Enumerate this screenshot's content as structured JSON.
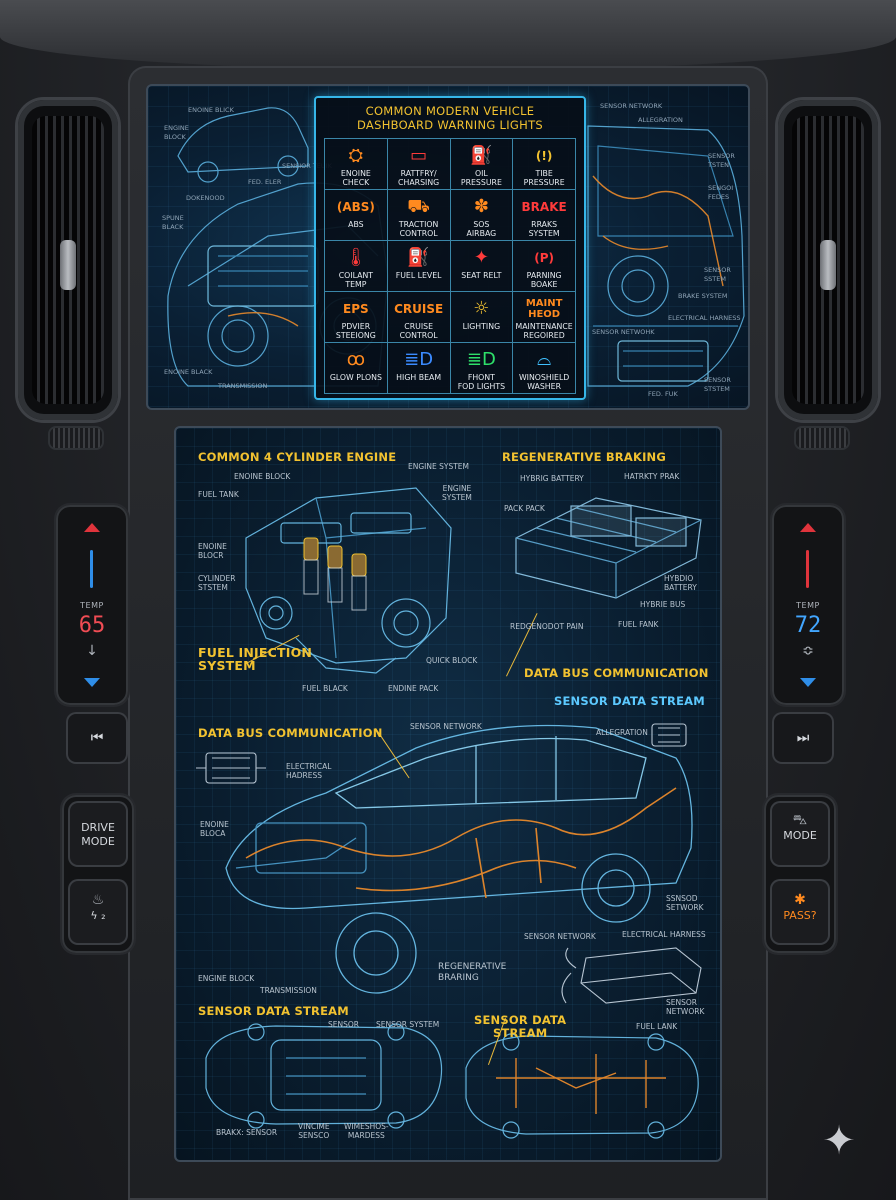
{
  "warning_panel": {
    "title_line1": "COMMON MODERN VEHICLE",
    "title_line2": "DASHBOARD WARNING LIGHTS",
    "cells": [
      {
        "label": "ENOINE\nCHECK",
        "icon": "engine-icon",
        "glyph": "⛭",
        "color": "#ff8a1f"
      },
      {
        "label": "RATTFRY/\nCHARSING",
        "icon": "battery-icon",
        "glyph": "▭",
        "color": "#ff3b3b"
      },
      {
        "label": "OIL\nPRESSURE",
        "icon": "oil-can-icon",
        "glyph": "⛽",
        "color": "#ff3b3b"
      },
      {
        "label": "TIBE\nPRESSURE",
        "icon": "tire-pressure-icon",
        "glyph": "(!)",
        "color": "#f2c230"
      },
      {
        "label": "ABS",
        "icon": "abs-icon",
        "glyph": "(ABS)",
        "color": "#ff8a1f"
      },
      {
        "label": "TRACTION\nCONTROL",
        "icon": "traction-icon",
        "glyph": "⛟",
        "color": "#ff8a1f"
      },
      {
        "label": "SOS\nAIRBAG",
        "icon": "airbag-icon",
        "glyph": "✽",
        "color": "#ff8a1f"
      },
      {
        "label": "RRAKS\nSYSTEM",
        "icon": "brake-text-icon",
        "glyph": "BRAKE",
        "color": "#ff3b3b"
      },
      {
        "label": "COILANT\nTEMP",
        "icon": "coolant-icon",
        "glyph": "🌡",
        "color": "#ff3b3b"
      },
      {
        "label": "FUEL LEVEL",
        "icon": "fuel-icon",
        "glyph": "⛽",
        "color": "#f2c230"
      },
      {
        "label": "SEAT RELT",
        "icon": "seatbelt-icon",
        "glyph": "✦",
        "color": "#ff3b3b"
      },
      {
        "label": "PARNING\nBOAKE",
        "icon": "parking-brake-icon",
        "glyph": "(P)",
        "color": "#ff3b3b"
      },
      {
        "label": "PDVIER\nSTEEIONG",
        "icon": "eps-icon",
        "glyph": "EPS",
        "color": "#ff8a1f"
      },
      {
        "label": "CRUISE\nCONTROL",
        "icon": "cruise-icon",
        "glyph": "CRUISE",
        "color": "#ff8a1f"
      },
      {
        "label": "LIGHTING",
        "icon": "lighting-icon",
        "glyph": "☼",
        "color": "#f2c230"
      },
      {
        "label": "MAINTENANCE\nREGOIRED",
        "icon": "maint-icon",
        "glyph": "MAINT\nHEOD",
        "color": "#ff8a1f"
      },
      {
        "label": "GLOW PLONS",
        "icon": "glow-plug-icon",
        "glyph": "ꝏ",
        "color": "#ff8a1f"
      },
      {
        "label": "HIGH BEAM",
        "icon": "high-beam-icon",
        "glyph": "≣D",
        "color": "#3b8bff"
      },
      {
        "label": "FHONT\nFOD LIGHTS",
        "icon": "fog-light-icon",
        "glyph": "≣D",
        "color": "#2ee06a"
      },
      {
        "label": "WINOSHIELD\nWASHER",
        "icon": "washer-icon",
        "glyph": "⌓",
        "color": "#3fc0ff"
      }
    ]
  },
  "top_screen_labels": {
    "engine_block_l1": "ENGINE",
    "engine_block_l2": "BLOCK",
    "engine_block_s": "ENOINE BLICK",
    "sensor_teuik": "SENSIOR TEUIK",
    "fed_eler": "FED. ELER",
    "dockwood": "DOKENOOD",
    "spune_black": "SPUNE\nBLACK",
    "engine_black_b": "ENOINE BLACK",
    "transmission": "TRANSMISSION",
    "sensor_network": "SENSOR NETWORK",
    "allegration": "ALLEGRATION",
    "sensor_tsten": "SENSOR\nTSTEN",
    "sengoi_fedes": "SENGOI\nFEDES",
    "sensor_sstem": "SENSOR\nSSTEM",
    "brake_system": "BRAKE SYSTEM",
    "sensor_netwohk": "SENSOR NETWOHK",
    "electrical_harness": "ELECTRICAL HARNESS",
    "sensor_ststem": "SENSOR\nSTSTEM",
    "fed_fuk": "FED. FUK"
  },
  "engine_section": {
    "title": "COMMON 4 CYLINDER ENGINE",
    "labels": {
      "engine_block": "ENOINE BLOCK",
      "engine_system": "ENGINE SYSTEM",
      "engine_system2": "ENGINE\nSYSTEM",
      "fuel_tank": "FUEL TANK",
      "engine_block2": "ENOINE\nBLOCR",
      "cylinder_system": "CYLINDER\nSTSTEM",
      "quick_block": "QUICK BLOCK",
      "fuel_black": "FUEL BLACK",
      "engine_pack": "ENDINE PACK"
    },
    "fuel_injection": "FUEL INJECTION\nSYSTEM"
  },
  "regen_section": {
    "title": "REGENERATIVE BRAKING",
    "labels": {
      "hybrid_battery": "HYBRIG BATTERY",
      "hatrkty_prak": "HATRKTY PRAK",
      "pack_pack": "PACK PACK",
      "hybrid_battery2": "HYBDIO\nBATTERY",
      "hybrid_bus": "HYBRIE BUS",
      "regen_pain": "REDGENODOT PAIN",
      "fuel_fank": "FUEL FANK"
    }
  },
  "car_section": {
    "data_bus_title_right": "DATA BUS COMMUNICATION",
    "sensor_stream_title": "SENSOR DATA STREAM",
    "data_bus_title_left": "DATA BUS COMMUNICATION",
    "labels": {
      "sensor_network_top": "SENSOR NETWORK",
      "allegration": "ALLEGRATION",
      "electrical_hadress": "ELECTRICAL\nHADRESS",
      "engine_bloca": "ENOINE\nBLOCA",
      "sensod_setwork": "SSNSOD\nSETWORK",
      "sensor_network_mid": "SENSOR NETWORK",
      "electrical_harness": "ELECTRICAL HARNESS",
      "engine_block": "ENGINE BLOCK",
      "transmission": "TRANSMISSION",
      "regen_braring": "REGENERATIVE\nBRARING",
      "sensor_network_r": "SENSOR\nNETWORK",
      "fuel_lank": "FUEL LANK"
    }
  },
  "stream_section": {
    "title_left": "SENSOR DATA STREAM",
    "title_right": "SENSOR DATA\nSTREAM",
    "labels": {
      "sensor": "SENSOR",
      "sensor_system": "SENSOR SYSTEM",
      "brake_sensor": "BRAKX: SENSOR",
      "vincime_sensco": "VINCIME\nSENSCO",
      "wimeshos_mardess": "WIMESHOS-\nMARDESS"
    }
  },
  "climate": {
    "temp_label": "TEMP",
    "left_temp": "65",
    "right_temp": "72"
  },
  "buttons": {
    "prev": "⏮",
    "next": "⏭",
    "drive_mode": "DRIVE\nMODE",
    "mode": "MODE",
    "pass": "PASS?",
    "seat_label": "ϟ ₂"
  },
  "colors": {
    "accent_yellow": "#f2c230",
    "accent_cyan": "#5cc9ff",
    "harness_orange": "#e8892b",
    "temp_hot": "#f04c54",
    "temp_cold": "#42a6ff"
  }
}
